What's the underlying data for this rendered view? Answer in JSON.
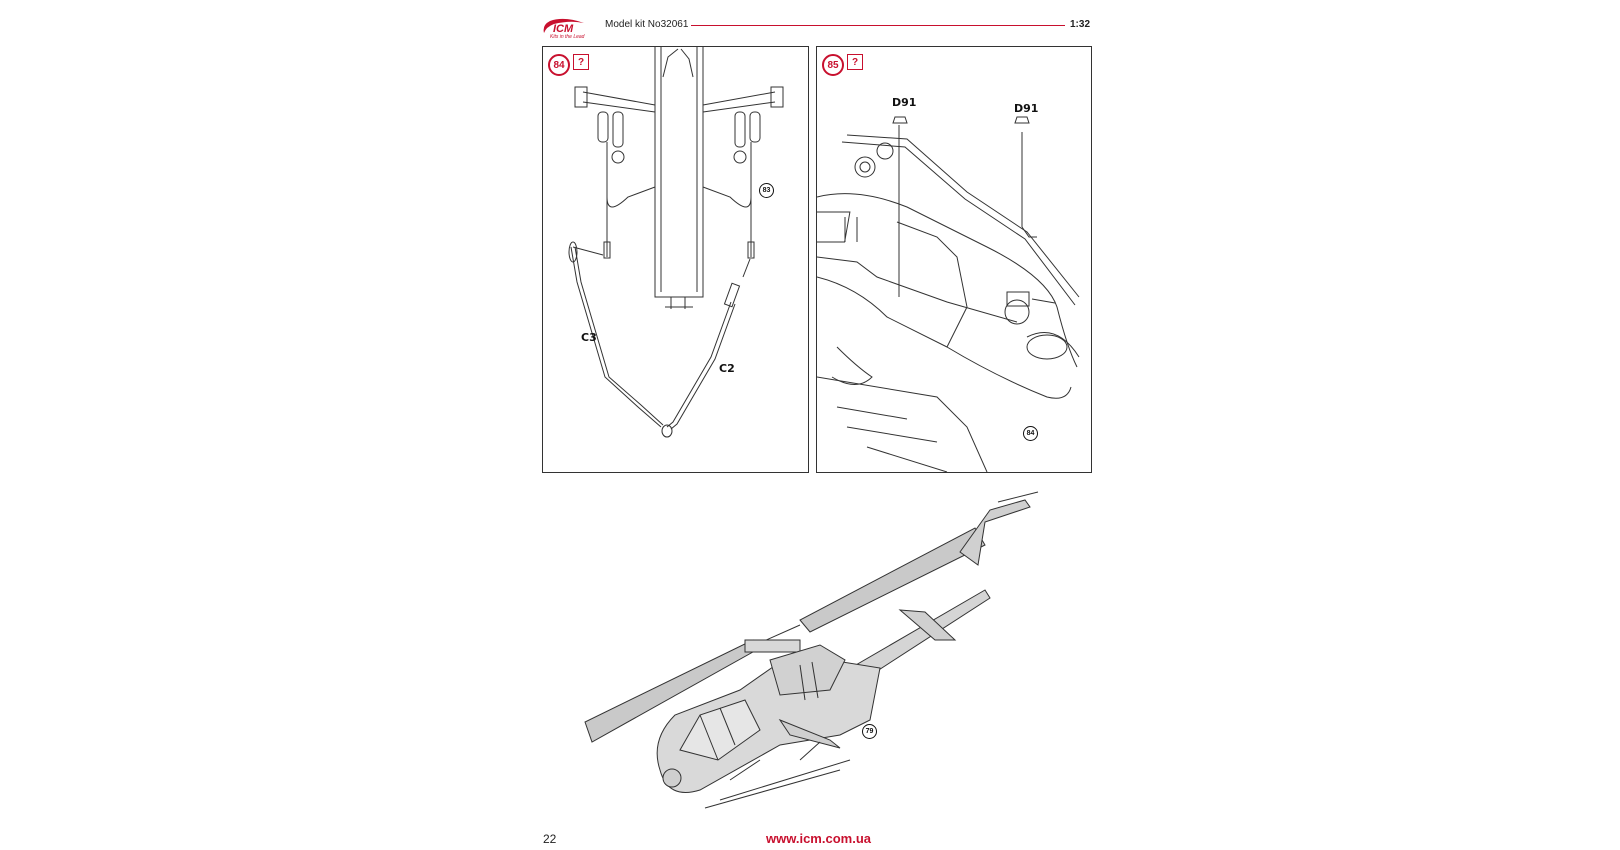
{
  "header": {
    "brand": "ICM",
    "brand_tagline": "Kits in the Lead",
    "model_kit": "Model kit No32061",
    "scale": "1:32"
  },
  "steps": [
    {
      "number": "84",
      "icon": "question-box",
      "parts": [
        "C3",
        "C2"
      ],
      "reference": "83"
    },
    {
      "number": "85",
      "icon": "question-box",
      "parts": [
        "D91",
        "D91"
      ],
      "reference": "84"
    }
  ],
  "final_view": {
    "reference": "79"
  },
  "footer": {
    "page_number": "22",
    "website": "www.icm.com.ua"
  },
  "colors": {
    "accent": "#c8102e",
    "line": "#333333",
    "rotor_fill": "#c9c9c9"
  }
}
